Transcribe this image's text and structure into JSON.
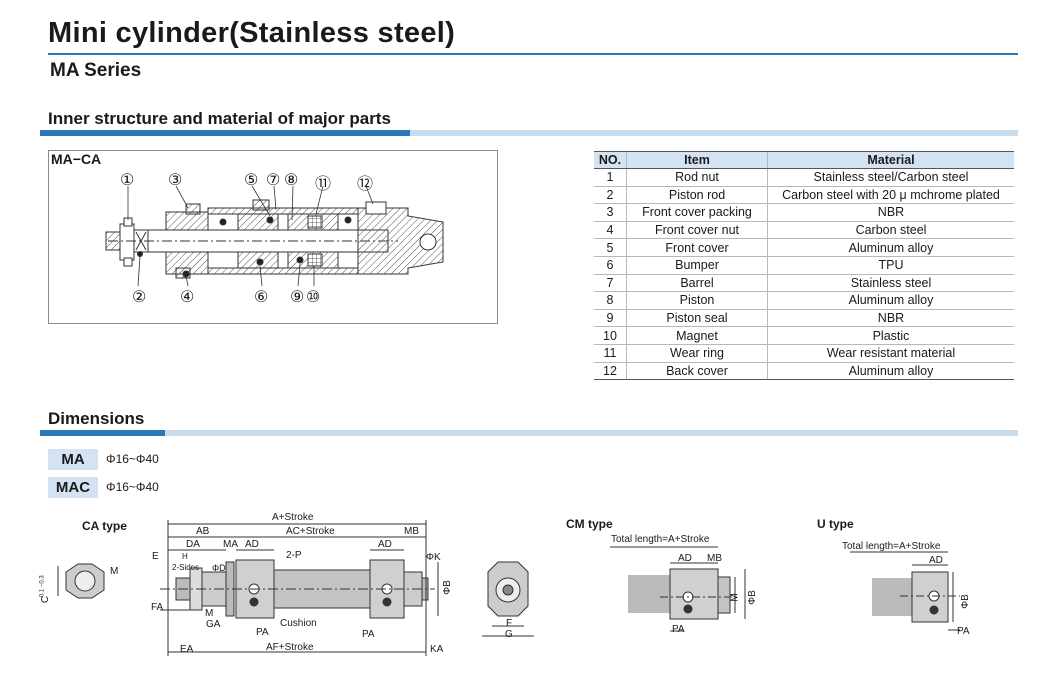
{
  "header": {
    "title": "Mini cylinder(Stainless steel)",
    "subtitle": "MA Series"
  },
  "sections": {
    "structure_title": "Inner structure and material of major parts",
    "dimensions_title": "Dimensions"
  },
  "structure": {
    "diagram_label": "MA−CA",
    "callouts_top": [
      "①",
      "③",
      "⑤",
      "⑦",
      "⑧",
      "⑪",
      "⑫"
    ],
    "callouts_bottom": [
      "②",
      "④",
      "⑥",
      "⑨",
      "⑩"
    ]
  },
  "parts_table": {
    "headers": [
      "NO.",
      "Item",
      "Material"
    ],
    "rows": [
      [
        "1",
        "Rod nut",
        "Stainless steel/Carbon steel"
      ],
      [
        "2",
        "Piston rod",
        "Carbon steel with 20 μ mchrome plated"
      ],
      [
        "3",
        "Front cover packing",
        "NBR"
      ],
      [
        "4",
        "Front cover nut",
        "Carbon steel"
      ],
      [
        "5",
        "Front cover",
        "Aluminum alloy"
      ],
      [
        "6",
        "Bumper",
        "TPU"
      ],
      [
        "7",
        "Barrel",
        "Stainless steel"
      ],
      [
        "8",
        "Piston",
        "Aluminum alloy"
      ],
      [
        "9",
        "Piston seal",
        "NBR"
      ],
      [
        "10",
        "Magnet",
        "Plastic"
      ],
      [
        "11",
        "Wear ring",
        "Wear resistant material"
      ],
      [
        "12",
        "Back cover",
        "Aluminum alloy"
      ]
    ]
  },
  "models": [
    {
      "name": "MA",
      "range": "Φ16~Φ40"
    },
    {
      "name": "MAC",
      "range": "Φ16~Φ40"
    }
  ],
  "ca_type": {
    "label": "CA type",
    "dims": {
      "a_stroke": "A+Stroke",
      "ab": "AB",
      "ac_stroke": "AC+Stroke",
      "mb": "MB",
      "da": "DA",
      "ma": "MA",
      "ad": "AD",
      "ad2": "AD",
      "two_p": "2-P",
      "phi_k": "ΦK",
      "e": "E",
      "h": "H",
      "two_sides": "2-Sides",
      "phi_d": "ΦD",
      "m": "M",
      "m2": "M",
      "fa": "FA",
      "ga": "GA",
      "pa": "PA",
      "pa2": "PA",
      "cushion": "Cushion",
      "phi_b": "ΦB",
      "ea": "EA",
      "af_stroke": "AF+Stroke",
      "ka": "KA",
      "c": "C",
      "c_tol": "−0.1 −0.3",
      "f": "F",
      "g": "G"
    }
  },
  "cm_type": {
    "label": "CM type",
    "total": "Total length=A+Stroke",
    "ad": "AD",
    "mb": "MB",
    "m": "M",
    "phi_b": "ΦB",
    "pa": "PA"
  },
  "u_type": {
    "label": "U type",
    "total": "Total length=A+Stroke",
    "ad": "AD",
    "phi_b": "ΦB",
    "pa": "PA"
  },
  "colors": {
    "accent": "#2b78b8",
    "light_bar": "#c9dcec",
    "table_header": "#d3e3f2",
    "hatch": "#555555"
  }
}
